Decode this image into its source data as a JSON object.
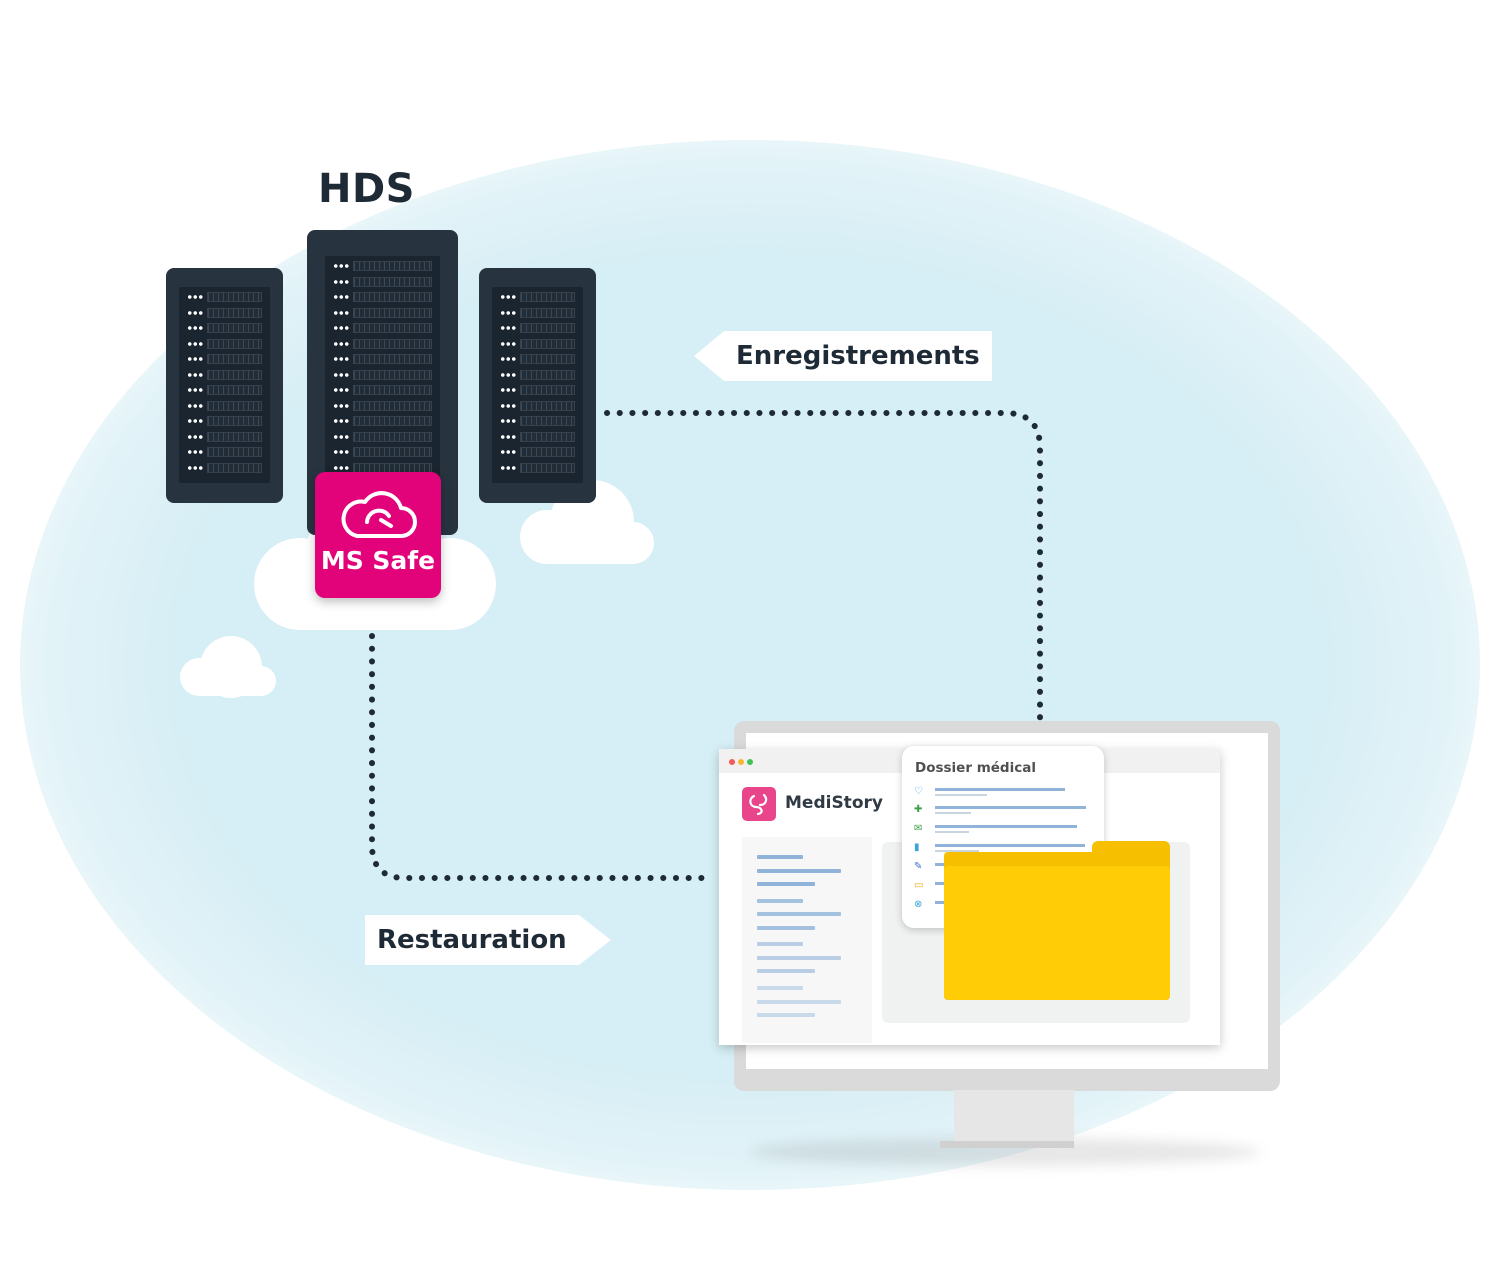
{
  "diagram": {
    "title": "HDS",
    "badge": {
      "label": "MS Safe",
      "icon": "cloud-sync-icon",
      "color": "#e2027a"
    },
    "flows": [
      {
        "label": "Enregistrements",
        "direction": "to-server"
      },
      {
        "label": "Restauration",
        "direction": "to-computer"
      }
    ],
    "app": {
      "brand": "MediStory",
      "brand_color": "#e8458b",
      "document_title": "Dossier médical",
      "document_icons": [
        "heart-monitor-icon",
        "plus-icon",
        "envelope-icon",
        "chart-icon",
        "pencil-icon",
        "folder-icon",
        "formula-icon"
      ]
    },
    "colors": {
      "server": "#27333f",
      "folder": "#ffcc05",
      "background": "#d6eef5"
    }
  }
}
